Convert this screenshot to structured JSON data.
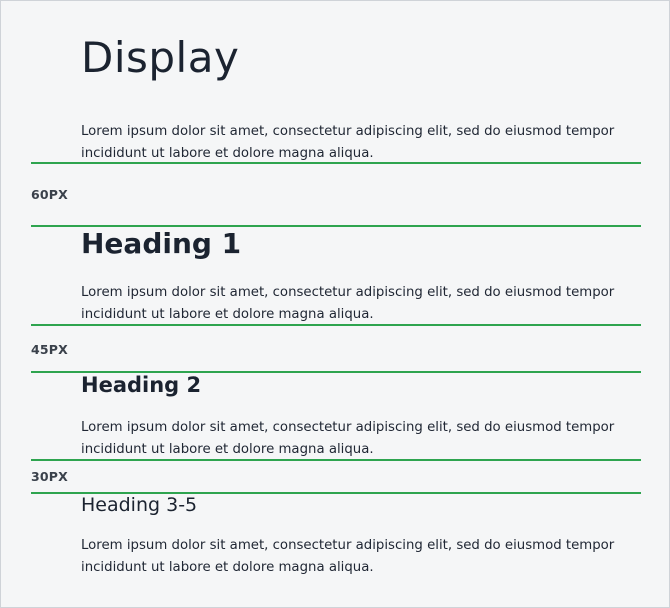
{
  "headings": {
    "display": "Display",
    "h1": "Heading 1",
    "h2": "Heading 2",
    "h3_5": "Heading 3-5"
  },
  "paragraphs": [
    "Lorem ipsum dolor sit amet, consectetur adipiscing elit, sed do eiusmod tempor incididunt ut labore et dolore magna aliqua.",
    "Lorem ipsum dolor sit amet, consectetur adipiscing elit, sed do eiusmod tempor incididunt ut labore et dolore magna aliqua.",
    "Lorem ipsum dolor sit amet, consectetur adipiscing elit, sed do eiusmod tempor incididunt ut labore et dolore magna aliqua.",
    "Lorem ipsum dolor sit amet, consectetur adipiscing elit, sed do eiusmod tempor incididunt ut labore et dolore magna aliqua."
  ],
  "spacing_labels": [
    "60PX",
    "45PX",
    "30PX"
  ],
  "colors": {
    "guide_line": "#2ea44f",
    "background": "#f5f6f7",
    "text": "#1d2633"
  }
}
